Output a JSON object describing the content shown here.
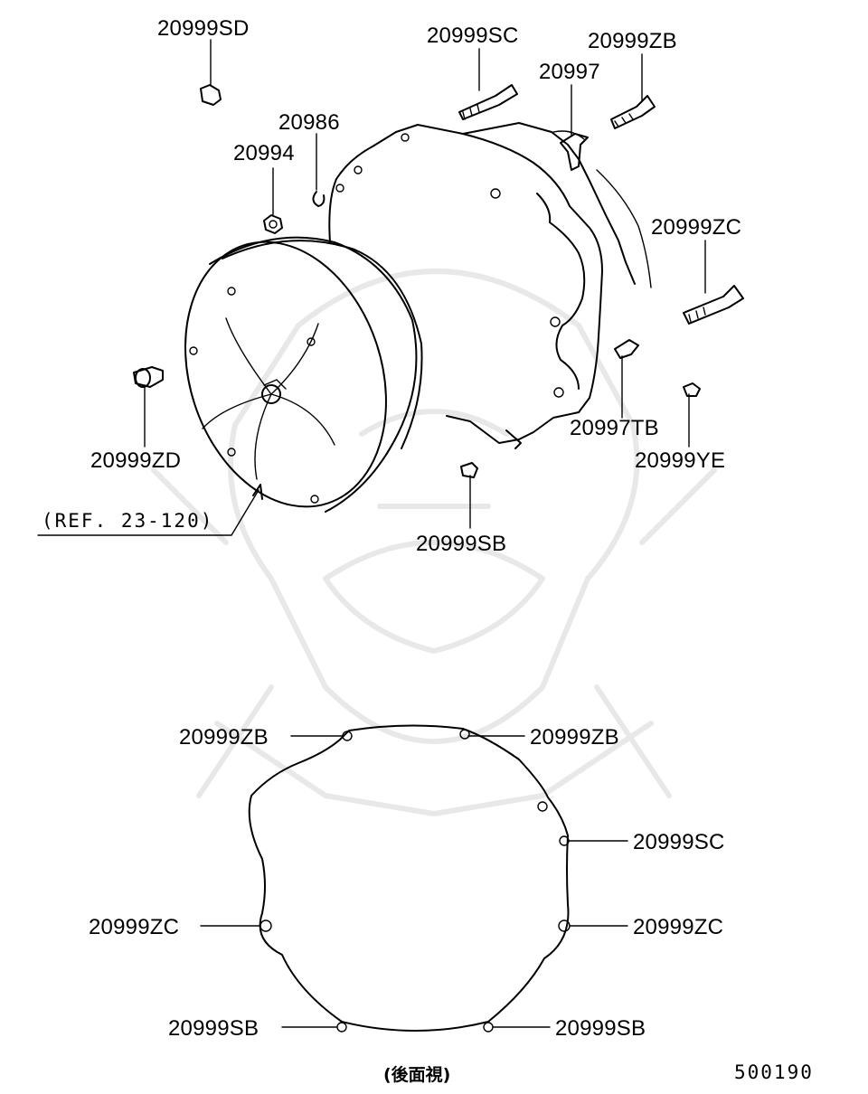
{
  "diagram": {
    "figure_number": "500190",
    "view_caption": "(後面視)",
    "reference_note": "(REF. 23-120)",
    "upper_labels": {
      "sd": "20999SD",
      "sc": "20999SC",
      "zb": "20999ZB",
      "p20997": "20997",
      "p20986": "20986",
      "p20994": "20994",
      "zc": "20999ZC",
      "tb": "20997TB",
      "ye": "20999YE",
      "zd": "20999ZD",
      "sb": "20999SB"
    },
    "rear_view_labels": {
      "zb_left": "20999ZB",
      "zb_right": "20999ZB",
      "sc_right": "20999SC",
      "zc_left": "20999ZC",
      "zc_right": "20999ZC",
      "sb_left": "20999SB",
      "sb_right": "20999SB"
    }
  }
}
